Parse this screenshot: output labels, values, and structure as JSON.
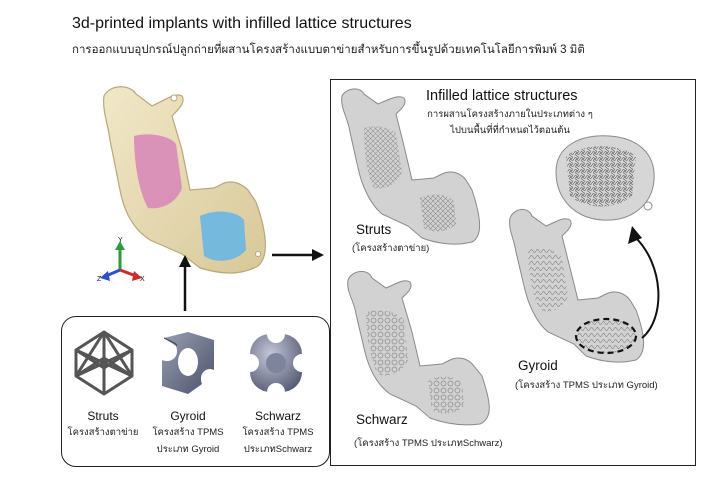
{
  "header": {
    "title": "3d-printed implants with infilled lattice structures",
    "subtitle": "การออกแบบอุปกรณ์ปลูกถ่ายที่ผสานโครงสร้างแบบตาข่ายสำหรับการขึ้นรูปด้วยเทคโนโลยีการพิมพ์ 3 มิติ"
  },
  "axes": {
    "y": "Y",
    "z": "Z",
    "x": "X"
  },
  "lattice_types": [
    {
      "name": "Struts",
      "desc_line1": "โครงสร้างตาข่าย",
      "desc_line2": ""
    },
    {
      "name": "Gyroid",
      "desc_line1": "โครงสร้าง TPMS",
      "desc_line2": "ประเภท Gyroid"
    },
    {
      "name": "Schwarz",
      "desc_line1": "โครงสร้าง TPMS",
      "desc_line2": "ประเภทSchwarz"
    }
  ],
  "right_panel": {
    "heading": "Infilled lattice structures",
    "heading_sub1": "การผสานโครงสร้างภายในประเภทต่าง ๆ",
    "heading_sub2": "ไปบนพื้นที่ที่กำหนดไว้ตอนต้น",
    "struts_label": "Struts",
    "struts_sub": "(โครงสร้างตาข่าย)",
    "schwarz_label": "Schwarz",
    "schwarz_sub": "(โครงสร้าง TPMS ประเภทSchwarz)",
    "gyroid_label": "Gyroid",
    "gyroid_sub": "(โครงสร้าง TPMS ประเภท Gyroid)"
  },
  "colors": {
    "bone": "#e9dcb4",
    "bone_edge": "#b9a77c",
    "pink_region": "#d889b8",
    "blue_region": "#6fb7e0",
    "gray_model": "#cfcfcf",
    "gray_edge": "#8a8a8a",
    "axis_y": "#2e9b3a",
    "axis_x": "#d12a2a",
    "axis_z": "#2e4fd1"
  }
}
